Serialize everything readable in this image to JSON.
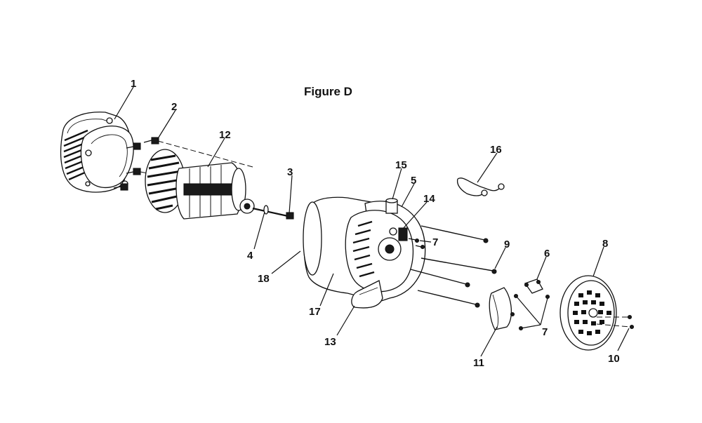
{
  "figure_title": "Figure D",
  "callouts": {
    "c1": "1",
    "c2": "2",
    "c3": "3",
    "c4": "4",
    "c5": "5",
    "c6": "6",
    "c7a": "7",
    "c7b": "7",
    "c8": "8",
    "c9": "9",
    "c10": "10",
    "c11": "11",
    "c12": "12",
    "c13": "13",
    "c14": "14",
    "c15": "15",
    "c16": "16",
    "c17": "17",
    "c18": "18"
  }
}
